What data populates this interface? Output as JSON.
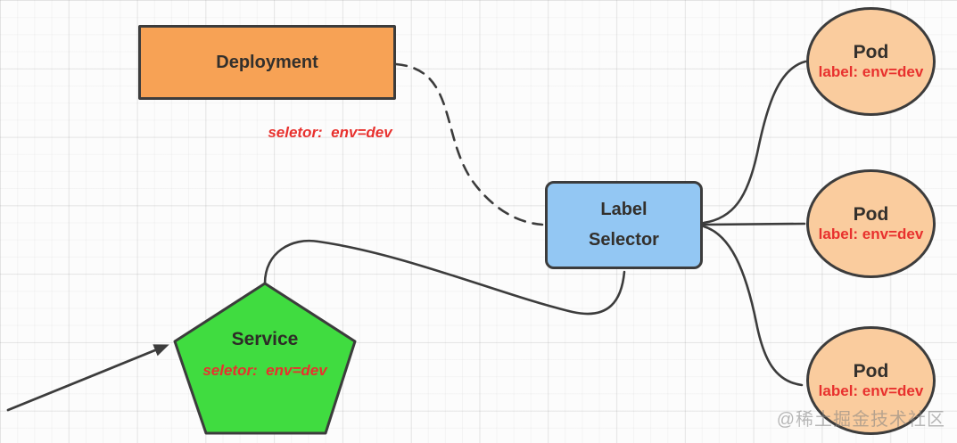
{
  "colors": {
    "deployment_fill": "#F7A255",
    "label_selector_fill": "#93C7F3",
    "service_fill": "#40DC40",
    "pod_fill": "#FACC9E",
    "stroke": "#3C3C3C",
    "red_label": "#E8312E",
    "grid_line": "#ECECEC"
  },
  "nodes": {
    "deployment": {
      "label": "Deployment"
    },
    "deployment_note": "seletor:  env=dev",
    "label_selector": {
      "line1": "Label",
      "line2": "Selector"
    },
    "service": {
      "label": "Service",
      "note": "seletor:  env=dev"
    },
    "pods": [
      {
        "label": "Pod",
        "sublabel": "label: env=dev"
      },
      {
        "label": "Pod",
        "sublabel": "label: env=dev"
      },
      {
        "label": "Pod",
        "sublabel": "label: env=dev"
      }
    ]
  },
  "watermark": "@稀土掘金技术社区"
}
